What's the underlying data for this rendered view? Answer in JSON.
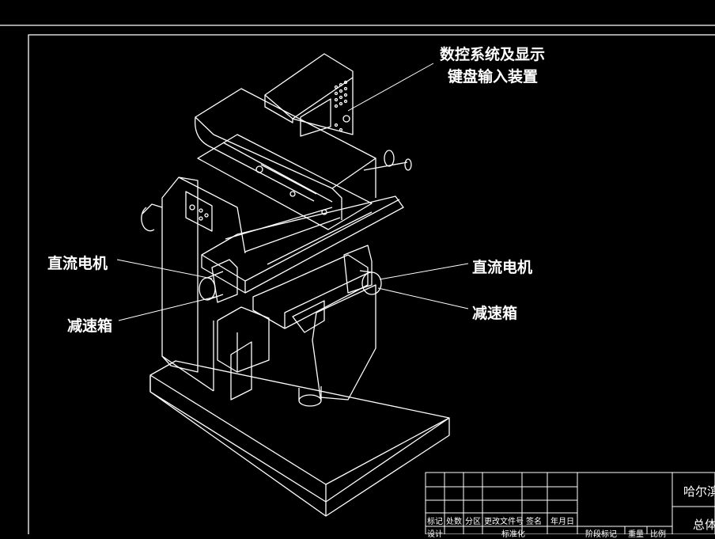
{
  "drawing": {
    "labels": {
      "cnc_system_line1": "数控系统及显示",
      "cnc_system_line2": "键盘输入装置",
      "dc_motor_left": "直流电机",
      "reducer_left": "减速箱",
      "dc_motor_right": "直流电机",
      "reducer_right": "减速箱"
    },
    "title_block": {
      "marking": "标记",
      "count": "处数",
      "zone": "分区",
      "change_doc_no": "更改文件号",
      "signature": "签名",
      "date": "年月日",
      "design": "设计",
      "std": "标准化",
      "stage_mark": "阶段标记",
      "weight": "重量",
      "scale": "比例",
      "std_mark": "标准化",
      "company": "哈尔滨",
      "drawing_title": "总体"
    },
    "line_color": "#ffffff",
    "background": "#000000"
  }
}
